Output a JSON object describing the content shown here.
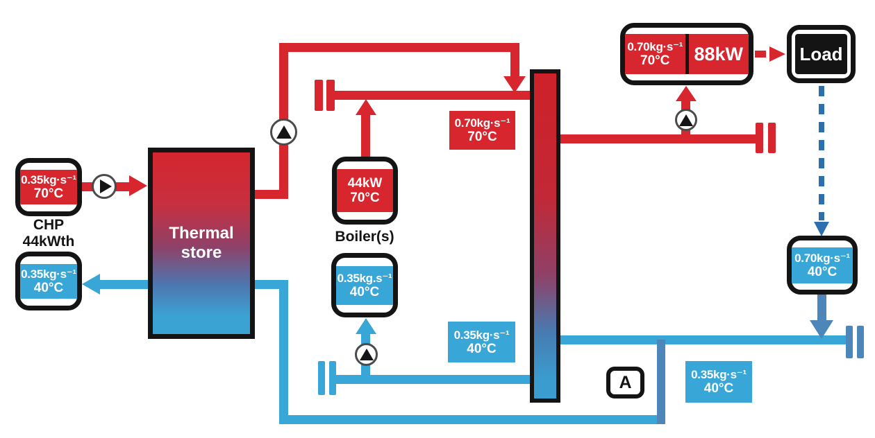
{
  "colors": {
    "hot_red": "#d8262e",
    "cold_blue": "#38a6d6",
    "return_steel_blue": "#4d86b8",
    "dashed_blue": "#2d6fad",
    "outline_black": "#141414"
  },
  "badges": {
    "chp_supply": {
      "line1": "0.35kg·s⁻¹",
      "line2": "70°C"
    },
    "chp_label": {
      "line1": "CHP",
      "line2": "44kWth"
    },
    "chp_return": {
      "line1": "0.35kg·s⁻¹",
      "line2": "40°C"
    },
    "thermal_store": {
      "line1": "Thermal",
      "line2": "store"
    },
    "boiler": {
      "line1": "44kW",
      "line2": "70°C"
    },
    "boiler_label": "Boiler(s)",
    "boiler_return": {
      "line1": "0.35kg.s⁻¹",
      "line2": "40°C"
    },
    "supply_header_flow": {
      "line1": "0.70kg·s⁻¹",
      "line2": "70°C"
    },
    "return_header_flow": {
      "line1": "0.35kg·s⁻¹",
      "line2": "40°C"
    },
    "return_right_flow": {
      "line1": "0.35kg·s⁻¹",
      "line2": "40°C"
    },
    "delivery": {
      "flow_line1": "0.70kg·s⁻¹",
      "flow_line2": "70°C",
      "power": "88kW"
    },
    "load": {
      "label": "Load"
    },
    "load_return": {
      "line1": "0.70kg·s⁻¹",
      "line2": "40°C"
    },
    "point_a": {
      "label": "A"
    }
  }
}
